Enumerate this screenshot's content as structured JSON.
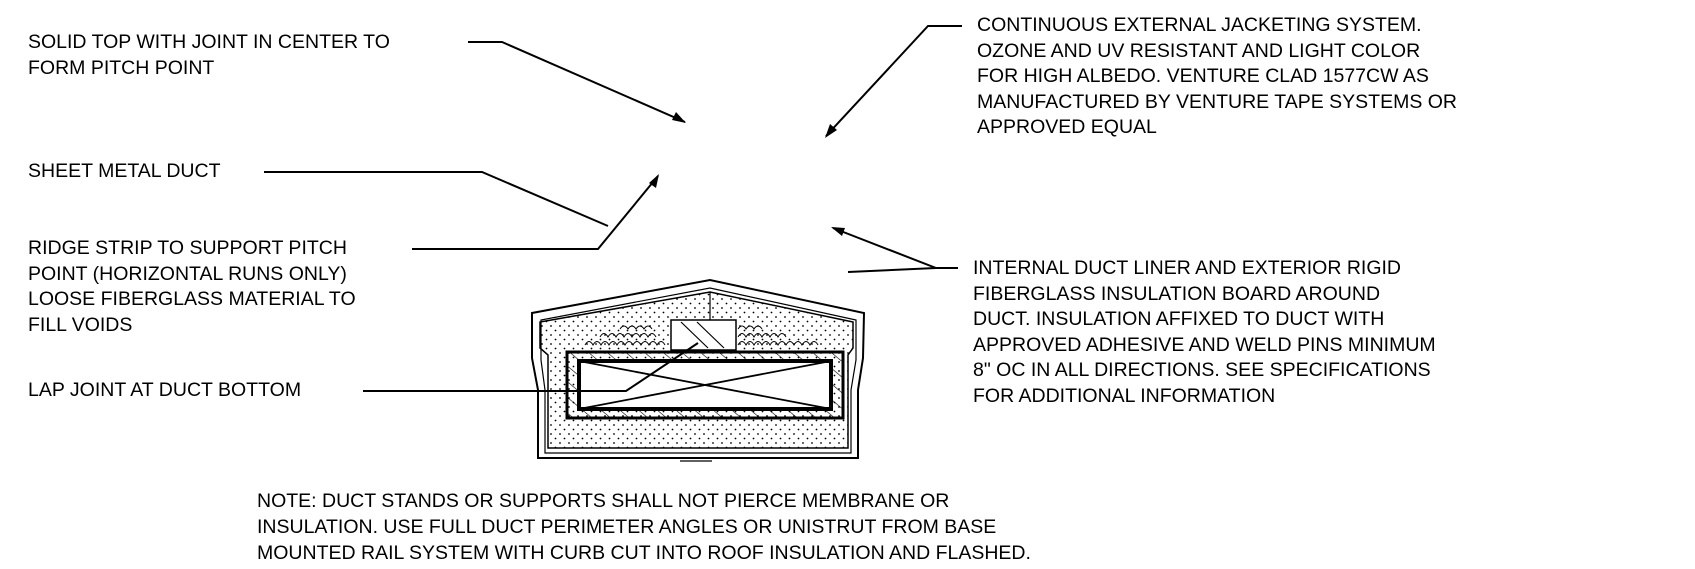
{
  "labels": {
    "solid_top": [
      "SOLID TOP WITH JOINT IN CENTER TO",
      "FORM PITCH POINT"
    ],
    "sheet_metal": [
      "SHEET METAL DUCT"
    ],
    "ridge_strip": [
      "RIDGE STRIP TO SUPPORT PITCH",
      "POINT (HORIZONTAL RUNS ONLY)",
      "LOOSE FIBERGLASS MATERIAL TO",
      "FILL VOIDS"
    ],
    "lap_joint": [
      "LAP JOINT AT DUCT BOTTOM"
    ],
    "jacketing": [
      "CONTINUOUS EXTERNAL JACKETING SYSTEM.",
      "OZONE AND UV RESISTANT AND LIGHT COLOR",
      "FOR HIGH ALBEDO. VENTURE CLAD 1577CW AS",
      "MANUFACTURED BY VENTURE TAPE SYSTEMS OR",
      "APPROVED EQUAL"
    ],
    "liner": [
      "INTERNAL DUCT LINER AND EXTERIOR RIGID",
      "FIBERGLASS INSULATION BOARD AROUND",
      "DUCT. INSULATION AFFIXED TO DUCT WITH",
      "APPROVED ADHESIVE AND WELD PINS MINIMUM",
      "8\" OC IN ALL DIRECTIONS. SEE SPECIFICATIONS",
      "FOR ADDITIONAL INFORMATION"
    ]
  },
  "note": [
    "NOTE: DUCT STANDS OR SUPPORTS SHALL NOT PIERCE MEMBRANE OR",
    "INSULATION. USE FULL DUCT PERIMETER ANGLES OR UNISTRUT FROM BASE",
    "MOUNTED RAIL SYSTEM WITH CURB CUT INTO ROOF INSULATION AND FLASHED."
  ],
  "colors": {
    "line": "#000000",
    "background": "#ffffff"
  }
}
